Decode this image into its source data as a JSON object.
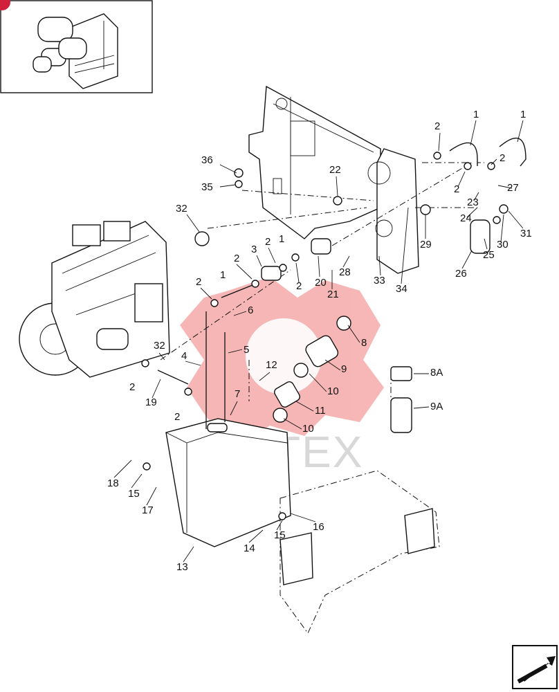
{
  "callouts": {
    "c1a": "1",
    "c1b": "1",
    "c1c": "1",
    "c1d": "1",
    "c2a": "2",
    "c2b": "2",
    "c2c": "2",
    "c2d": "2",
    "c2e": "2",
    "c2f": "2",
    "c2g": "2",
    "c2h": "2",
    "c2i": "2",
    "c3": "3",
    "c4": "4",
    "c5": "5",
    "c6": "6",
    "c7": "7",
    "c8": "8",
    "c8a": "8A",
    "c9": "9",
    "c9a": "9A",
    "c10a": "10",
    "c10b": "10",
    "c11": "11",
    "c12": "12",
    "c13": "13",
    "c14": "14",
    "c15a": "15",
    "c15b": "15",
    "c16": "16",
    "c17": "17",
    "c18": "18",
    "c19": "19",
    "c20": "20",
    "c21": "21",
    "c22": "22",
    "c23": "23",
    "c24": "24",
    "c25": "25",
    "c26": "26",
    "c27": "27",
    "c28": "28",
    "c29": "29",
    "c30": "30",
    "c31": "31",
    "c32a": "32",
    "c32b": "32",
    "c33": "33",
    "c34": "34",
    "c35": "35",
    "c36": "36"
  },
  "watermark": "TEX",
  "colors": {
    "line": "#111111",
    "watermark_red": "#e8322f",
    "marker_red": "#d21f3c"
  },
  "icons": {
    "nav": "next-page-arrow-icon",
    "thumbnail": "engine-locator-thumbnail"
  }
}
